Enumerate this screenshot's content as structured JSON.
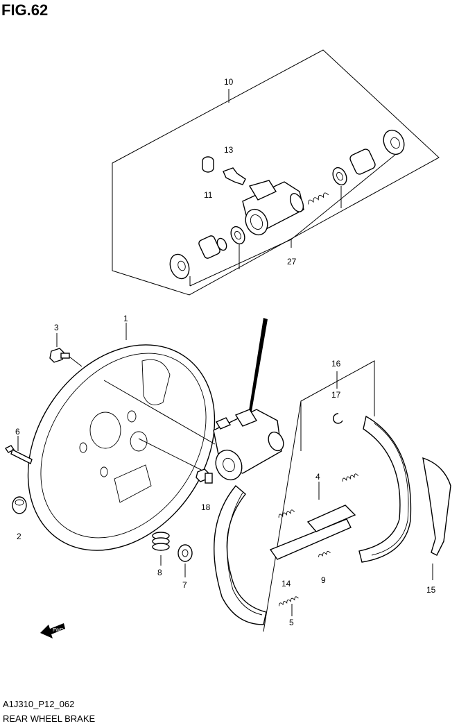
{
  "figure": {
    "title": "FIG.62",
    "code": "A1J310_P12_062",
    "caption": "REAR WHEEL BRAKE",
    "fwd_label": "FWD"
  },
  "parts": {
    "p1": "1",
    "p2": "2",
    "p3": "3",
    "p4": "4",
    "p5": "5",
    "p6": "6",
    "p7": "7",
    "p8": "8",
    "p9": "9",
    "p10": "10",
    "p11": "11",
    "p13": "13",
    "p14": "14",
    "p15": "15",
    "p16": "16",
    "p17": "17",
    "p18": "18",
    "p27": "27"
  }
}
